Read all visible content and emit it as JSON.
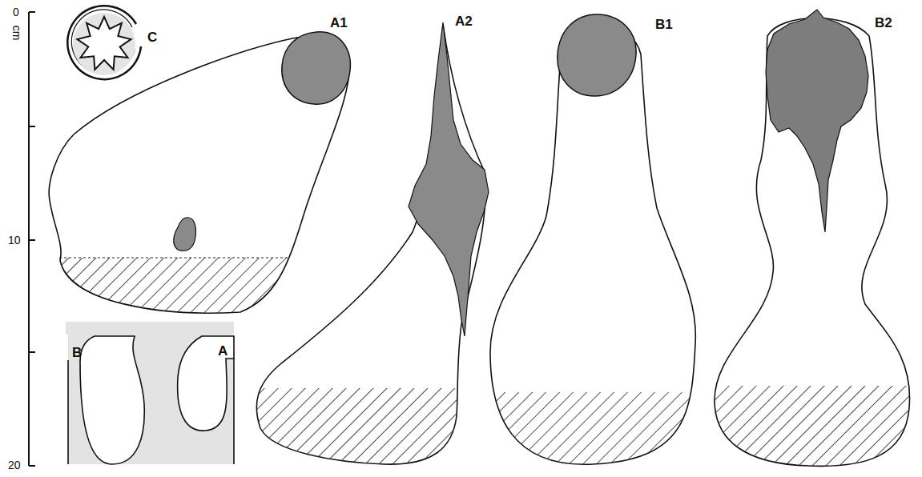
{
  "diagram": {
    "labels": [
      "cm",
      "0",
      "10",
      "20",
      "C",
      "A1",
      "A2",
      "B1",
      "B2",
      "B",
      "A"
    ]
  }
}
